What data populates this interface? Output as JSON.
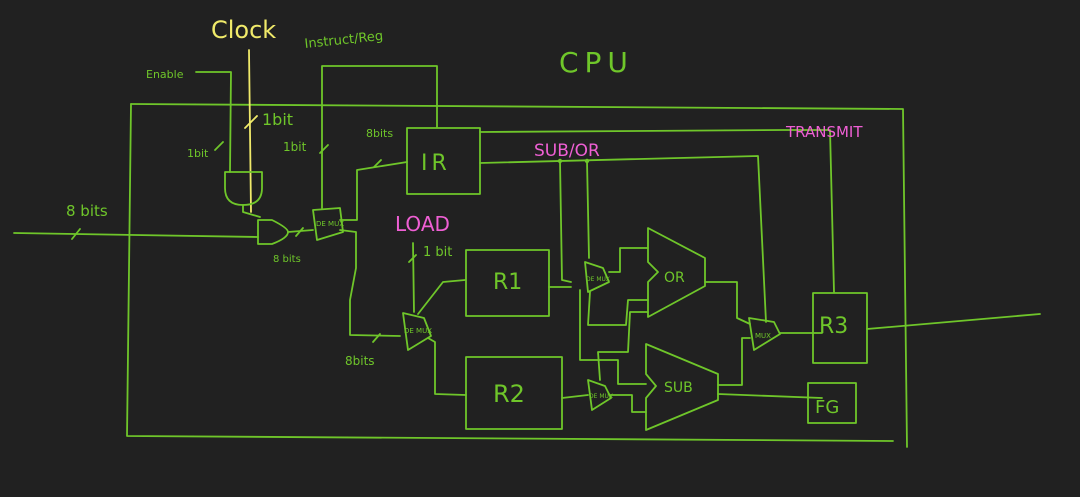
{
  "colors": {
    "background": "#212121",
    "wire": "#6fc62a",
    "clock": "#f0ea6a",
    "control": "#ef5fd4"
  },
  "title": "CPU",
  "labels": {
    "clock": "Clock",
    "instruct_reg": "Instruct/Reg",
    "enable": "Enable",
    "clock_width": "1bit",
    "enable_width": "1bit",
    "demux_in_width": "1bit",
    "ir_out_width": "8bits",
    "input_width": "8 bits",
    "and_out_width": "8 bits",
    "load_width": "1 bit",
    "mux_in_width": "8bits",
    "load": "LOAD",
    "sub_or": "SUB/OR",
    "transmit": "TRANSMIT"
  },
  "blocks": {
    "ir": "IR",
    "r1": "R1",
    "r2": "R2",
    "r3": "R3",
    "fg": "FG",
    "or": "OR",
    "sub": "SUB",
    "demux_top": "DE MUX",
    "demux_mid": "DE MUX",
    "demux_r1": "DE MUX",
    "demux_r2": "DE MUX",
    "mux_r3": "MUX"
  }
}
